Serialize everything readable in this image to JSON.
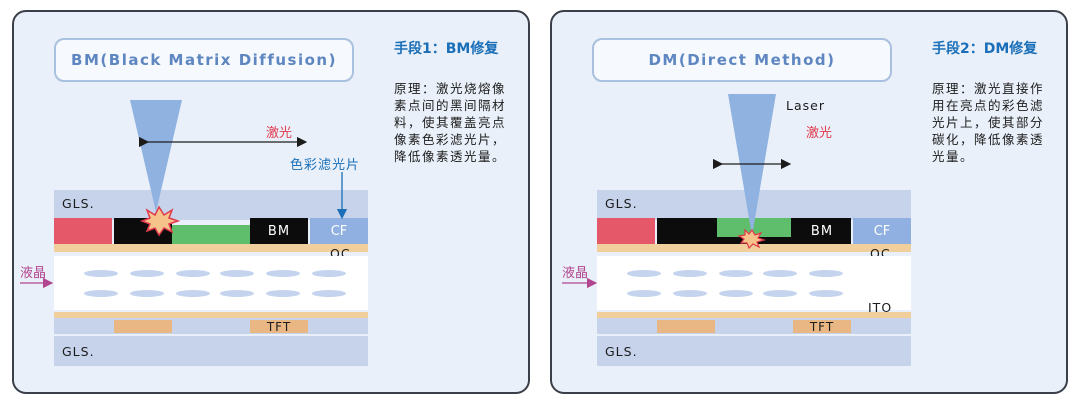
{
  "colors": {
    "panel_bg": "#e9f0f9",
    "glass": "#c6d3ea",
    "red_pixel": "#e4586a",
    "black_matrix": "#0c0c0c",
    "green_pixel": "#5fbe6c",
    "blue_pixel": "#8fb0e0",
    "oc_layer": "#f1cf9d",
    "tft_pad": "#e9b783",
    "laser_beam": "#8fb2e0",
    "accent_blue": "#1a6fb8",
    "accent_red": "#e2394d",
    "accent_purple": "#b2458f"
  },
  "left": {
    "pill_title": "BM(Black Matrix Diffusion)",
    "method_title": "手段1：BM修复",
    "principle": "原理：激光烧熔像素点间的黑间隔材料，使其覆盖亮点像素色彩滤光片，降低像素透光量。",
    "laser_label": "激光",
    "color_filter_label": "色彩滤光片",
    "gls_top": "GLS.",
    "gls_bottom": "GLS.",
    "bm_label": "BM",
    "cf_label": "CF",
    "oc_label": "OC",
    "lc_label": "液晶",
    "tft_label": "TFT"
  },
  "right": {
    "pill_title": "DM(Direct Method)",
    "method_title": "手段2：DM修复",
    "principle": "原理：激光直接作用在亮点的彩色滤光片上，使其部分碳化，降低像素透光量。",
    "laser_en_label": "Laser",
    "laser_label": "激光",
    "gls_top": "GLS.",
    "gls_bottom": "GLS.",
    "bm_label": "BM",
    "cf_label": "CF",
    "oc_label": "OC",
    "lc_label": "液晶",
    "ito_label": "ITO",
    "tft_label": "TFT"
  }
}
